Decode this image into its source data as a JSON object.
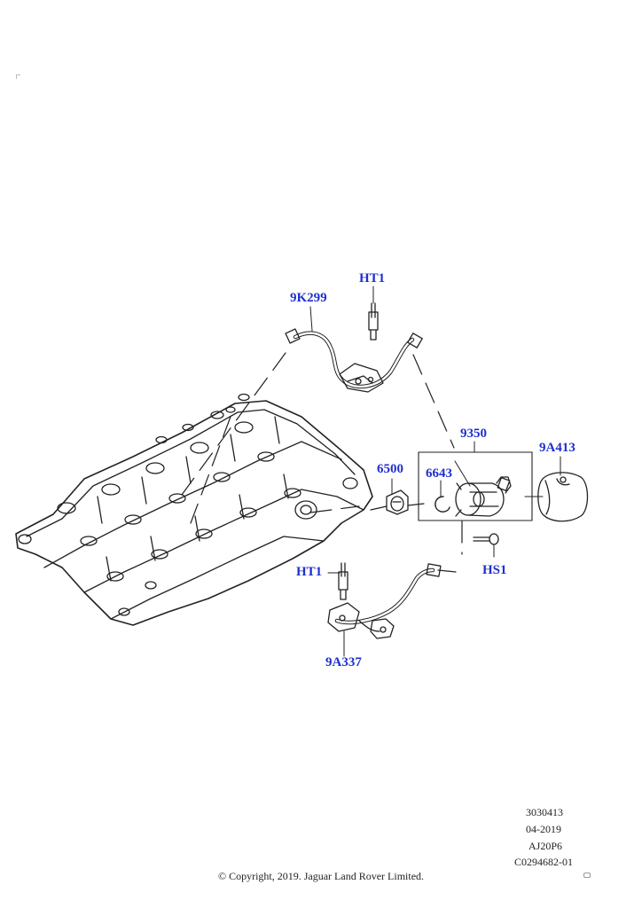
{
  "callouts": {
    "ht1_top": "HT1",
    "pipe_upper": "9K299",
    "pump_assembly": "9350",
    "cover": "9A413",
    "drive_coupling": "6500",
    "seal_ring": "6643",
    "bolt": "HS1",
    "ht1_bottom": "HT1",
    "pipe_lower": "9A337"
  },
  "drawing_info": {
    "number": "3030413",
    "date": "04-2019",
    "engine": "AJ20P6",
    "reference": "C0294682-01"
  },
  "copyright": "© Copyright, 2019. Jaguar Land Rover Limited."
}
